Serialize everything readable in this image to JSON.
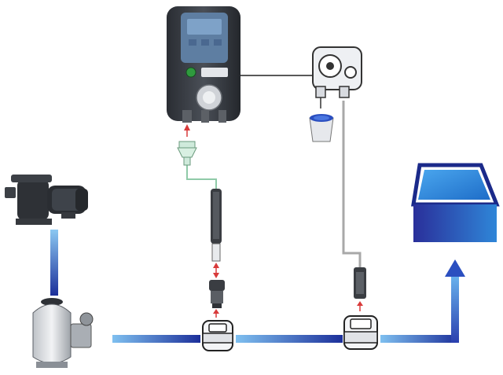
{
  "diagram": {
    "components": [
      {
        "id": "pump",
        "icon": "pool-pump-icon"
      },
      {
        "id": "filter",
        "icon": "sand-filter-icon"
      },
      {
        "id": "controller",
        "icon": "dosing-controller-icon"
      },
      {
        "id": "peristaltic_pump",
        "icon": "peristaltic-pump-icon"
      },
      {
        "id": "chemical_container",
        "icon": "chemical-container-icon"
      },
      {
        "id": "probe_holder",
        "icon": "probe-holder-icon"
      },
      {
        "id": "ph_probe",
        "icon": "probe-icon"
      },
      {
        "id": "probe_fitting",
        "icon": "fitting-icon"
      },
      {
        "id": "injection_fitting",
        "icon": "injection-valve-icon"
      },
      {
        "id": "pipe_clamp_1",
        "icon": "pipe-clamp-icon"
      },
      {
        "id": "pipe_clamp_2",
        "icon": "pipe-clamp-icon"
      },
      {
        "id": "pool",
        "icon": "pool-icon"
      }
    ],
    "colors": {
      "pipe_light": "#7fc0f0",
      "pipe_dark": "#1c2f9a",
      "tube_green": "#8fcaa8",
      "tube_gray": "#a8a8a8",
      "arrow_red": "#d83a3a",
      "controller_body": "#33373d",
      "controller_screen": "#7ea2c8",
      "pool_water": "#2f86d8",
      "pool_side": "#1b2a8a"
    }
  }
}
